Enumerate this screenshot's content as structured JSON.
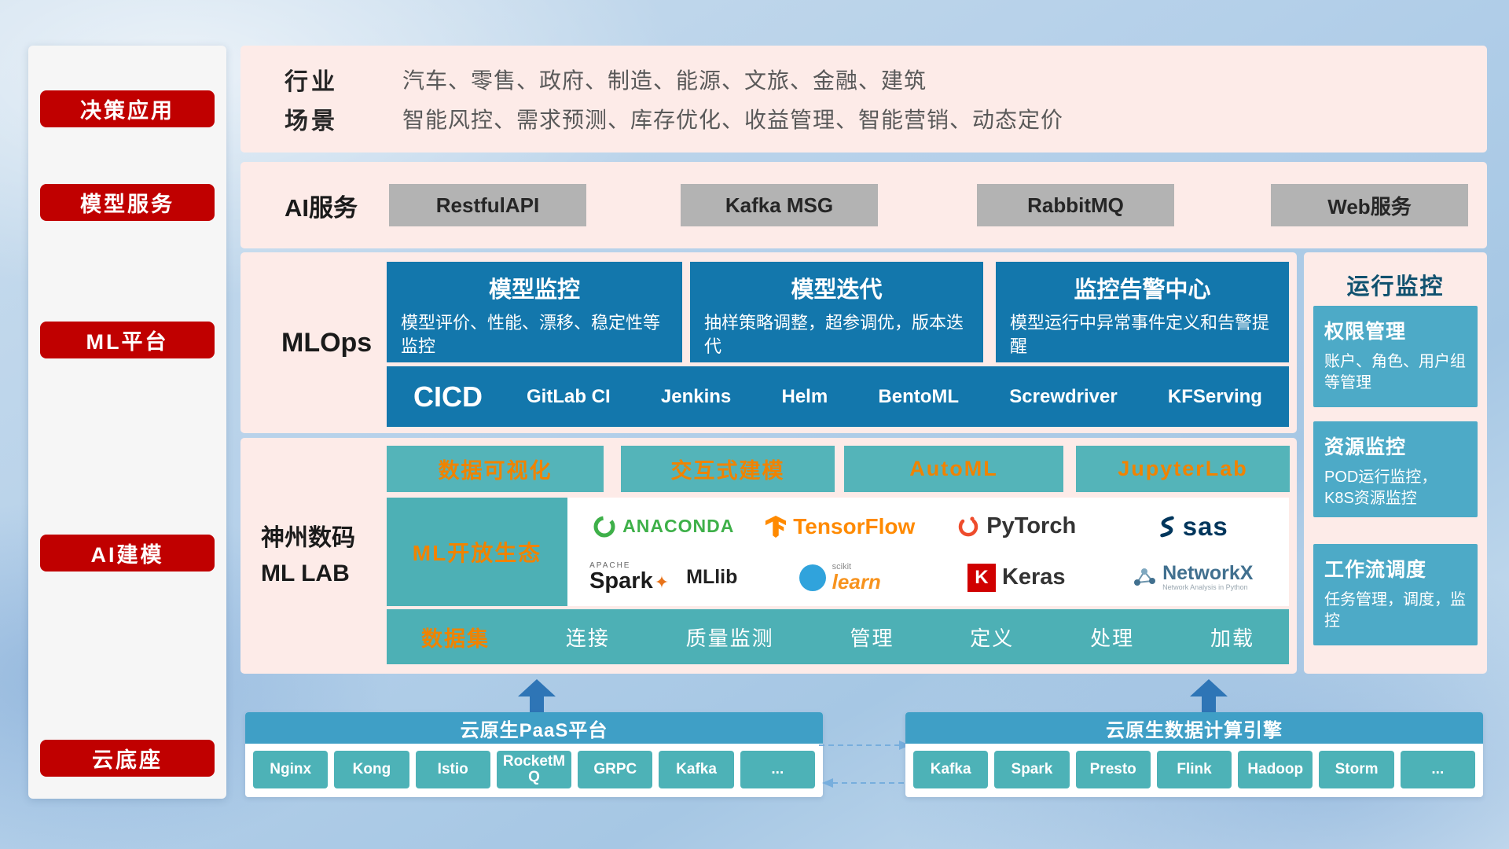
{
  "sidebar": {
    "items": [
      "决策应用",
      "模型服务",
      "ML平台",
      "AI建模",
      "云底座"
    ]
  },
  "industry": {
    "rows": [
      {
        "label": "行业",
        "text": "汽车、零售、政府、制造、能源、文旅、金融、建筑"
      },
      {
        "label": "场景",
        "text": "智能风控、需求预测、库存优化、收益管理、智能营销、动态定价"
      }
    ]
  },
  "ai_service": {
    "label": "AI服务",
    "buttons": [
      "RestfulAPI",
      "Kafka MSG",
      "RabbitMQ",
      "Web服务"
    ]
  },
  "mlops": {
    "label": "MLOps",
    "cards": [
      {
        "title": "模型监控",
        "desc": "模型评价、性能、漂移、稳定性等监控"
      },
      {
        "title": "模型迭代",
        "desc": "抽样策略调整，超参调优，版本迭代"
      },
      {
        "title": "监控告警中心",
        "desc": "模型运行中异常事件定义和告警提醒"
      }
    ],
    "cicd": {
      "label": "CICD",
      "items": [
        "GitLab CI",
        "Jenkins",
        "Helm",
        "BentoML",
        "Screwdriver",
        "KFServing"
      ]
    }
  },
  "monitor": {
    "title": "运行监控",
    "cards": [
      {
        "title": "权限管理",
        "desc": "账户、角色、用户组等管理"
      },
      {
        "title": "资源监控",
        "desc": "POD运行监控，K8S资源监控"
      },
      {
        "title": "工作流调度",
        "desc": "任务管理，调度，监控"
      }
    ]
  },
  "mllab": {
    "name_line1": "神州数码",
    "name_line2": "ML LAB",
    "tools": [
      "数据可视化",
      "交互式建模",
      "AutoML",
      "JupyterLab"
    ],
    "ecosystem": {
      "label": "ML开放生态",
      "anaconda": "ANACONDA",
      "tensorflow": "TensorFlow",
      "pytorch": "PyTorch",
      "sas": "sas",
      "spark_apache": "APACHE",
      "spark": "Spark",
      "spark_star": "✦",
      "mllib": "MLlib",
      "scikit_top": "scikit",
      "scikit": "learn",
      "keras_k": "K",
      "keras": "Keras",
      "networkx": "NetworkX",
      "networkx_sub": "Network Analysis in Python"
    },
    "dataset": {
      "label": "数据集",
      "items": [
        "连接",
        "质量监测",
        "管理",
        "定义",
        "处理",
        "加载"
      ]
    }
  },
  "cloud": {
    "paas": {
      "title": "云原生PaaS平台",
      "items": [
        "Nginx",
        "Kong",
        "Istio",
        "RocketMQ",
        "GRPC",
        "Kafka",
        "..."
      ]
    },
    "engine": {
      "title": "云原生数据计算引擎",
      "items": [
        "Kafka",
        "Spark",
        "Presto",
        "Flink",
        "Hadoop",
        "Storm",
        "..."
      ]
    }
  },
  "colors": {
    "accent_red": "#c00000",
    "panel_pink": "#fdebe8",
    "deep_blue": "#1377ac",
    "teal": "#4db0b5",
    "teal_button": "#54b4b9",
    "orange": "#f08300",
    "bar_blue": "#3f9fc6",
    "monitor_card_blue": "#4daac7",
    "gray_button": "#b3b3b3",
    "arrow_blue": "#2e75b6"
  }
}
